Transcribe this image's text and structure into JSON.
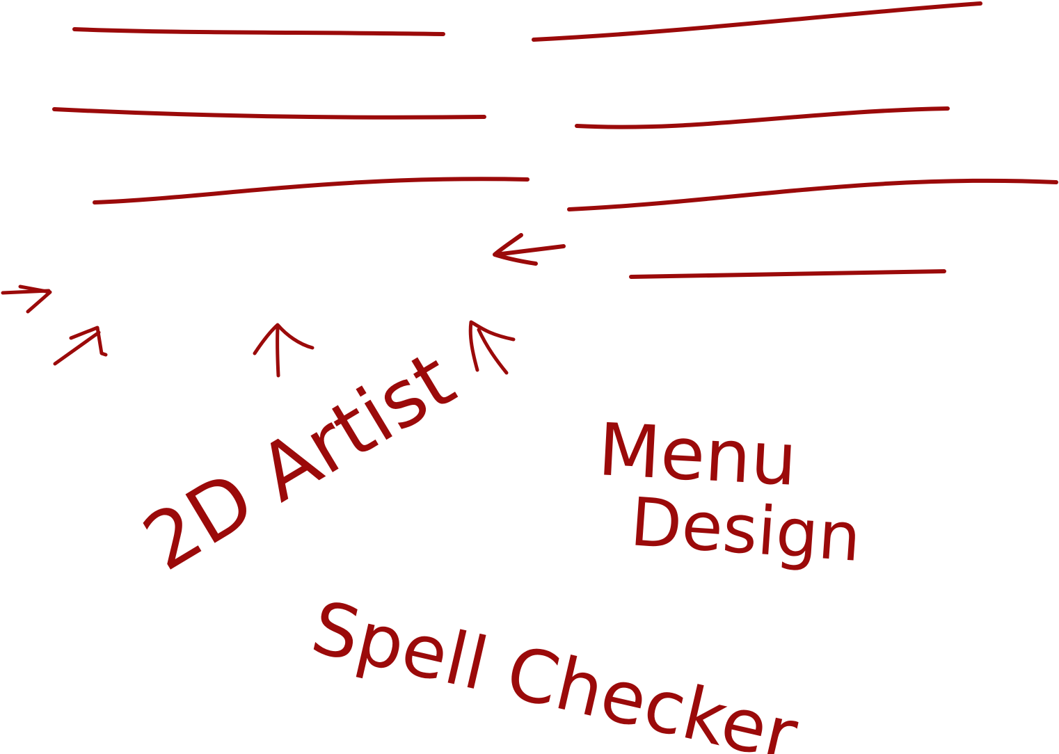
{
  "ink_color": "#9b0a0a",
  "background": "#ffffff",
  "annotations": {
    "artist": "2D Artist",
    "menu": "Menu",
    "design": "Design",
    "spell": "Spell Checker"
  }
}
